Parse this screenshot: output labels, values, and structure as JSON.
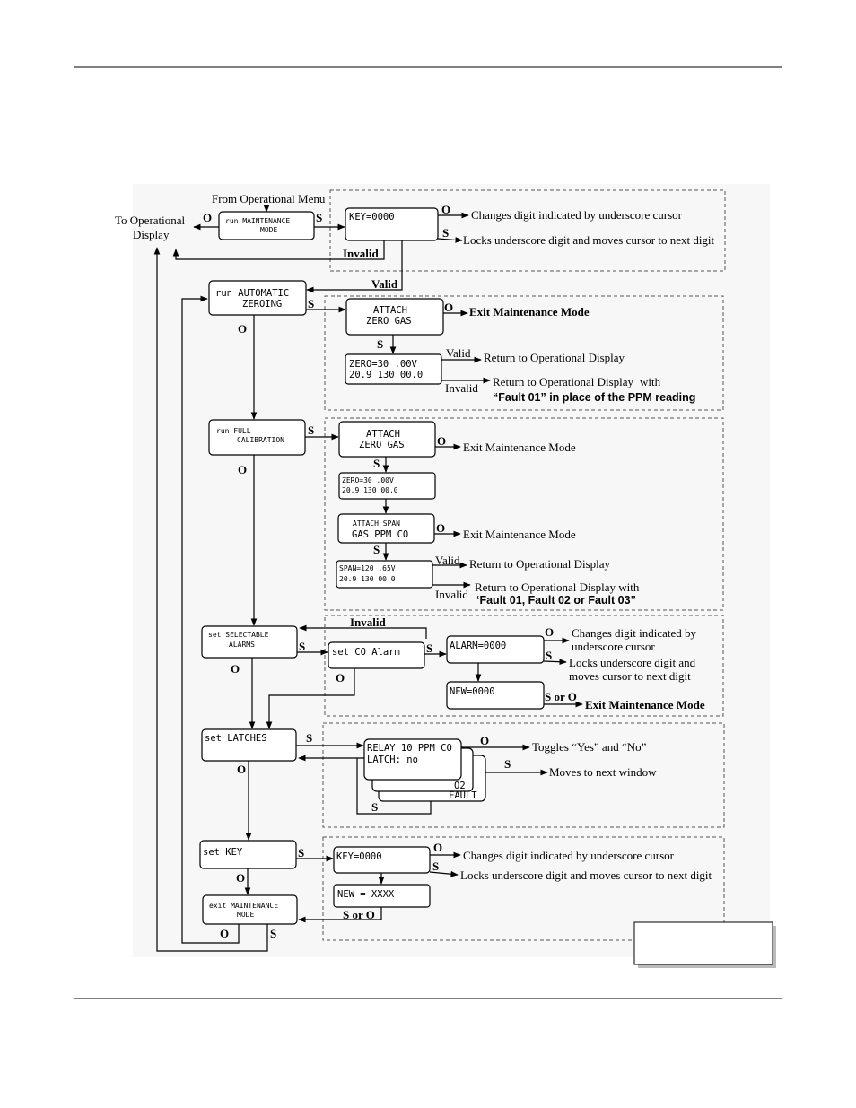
{
  "labels": {
    "s": "S",
    "o": "O",
    "valid": "Valid",
    "invalid": "Invalid",
    "s_or_o": "S or O"
  },
  "nodes": {
    "from_menu": "From Operational Menu",
    "to_display_1": "To Operational",
    "to_display_2": "Display",
    "run_maint_1": "run MAINTENANCE",
    "run_maint_2": "MODE",
    "key": "KEY=0000",
    "run_auto_1": "run AUTOMATIC",
    "run_auto_2": "ZEROING",
    "attach_zero_1": "ATTACH",
    "attach_zero_2": "ZERO GAS",
    "zero_readout_1": "ZERO=30 .00V",
    "zero_readout_2": "20.9 130 00.0",
    "run_full_1": "run FULL",
    "run_full_2": "CALIBRATION",
    "attach_zero_b_1": "ATTACH",
    "attach_zero_b_2": "ZERO GAS",
    "zero_b_1": "ZERO=30 .00V",
    "zero_b_2": "20.9 130 00.0",
    "attach_span_1": "ATTACH SPAN",
    "attach_span_2": "GAS PPM CO",
    "span_1": "SPAN=120  .65V",
    "span_2": "20.9 130  00.0",
    "sel_alarms_1": "set SELECTABLE",
    "sel_alarms_2": "ALARMS",
    "set_co_alarm": "set CO Alarm",
    "alarm": "ALARM=0000",
    "new_alarm": "NEW=0000",
    "set_latches": "set LATCHES",
    "relay_1": "RELAY 10 PPM CO",
    "relay_2": "LATCH: no",
    "relay_o2": "O2",
    "relay_fault": "FAULT",
    "set_key": "set KEY",
    "key2": "KEY=0000",
    "new_key": "NEW = XXXX",
    "exit_1": "exit MAINTENANCE",
    "exit_2": "MODE"
  },
  "notes": {
    "changes_digit": "Changes digit indicated by underscore cursor",
    "locks_digit": "Locks underscore digit and moves cursor to next digit",
    "exit_mm": "Exit Maintenance Mode",
    "return_display": "Return to Operational Display",
    "return_display_with": "Return to Operational Display",
    "with_small": "with",
    "fault01": "“Fault 01” in place of the PPM reading",
    "return_display_with2": "Return to Operational Display with",
    "fault_list": "‘Fault 01, Fault 02 or Fault 03”",
    "alarm_changes_1": "Changes digit indicated by",
    "alarm_changes_2": "underscore cursor",
    "alarm_locks_1": "Locks underscore digit and",
    "alarm_locks_2": "moves cursor to next digit",
    "toggles": "Toggles “Yes” and “No”",
    "next_window": "Moves to next window"
  }
}
